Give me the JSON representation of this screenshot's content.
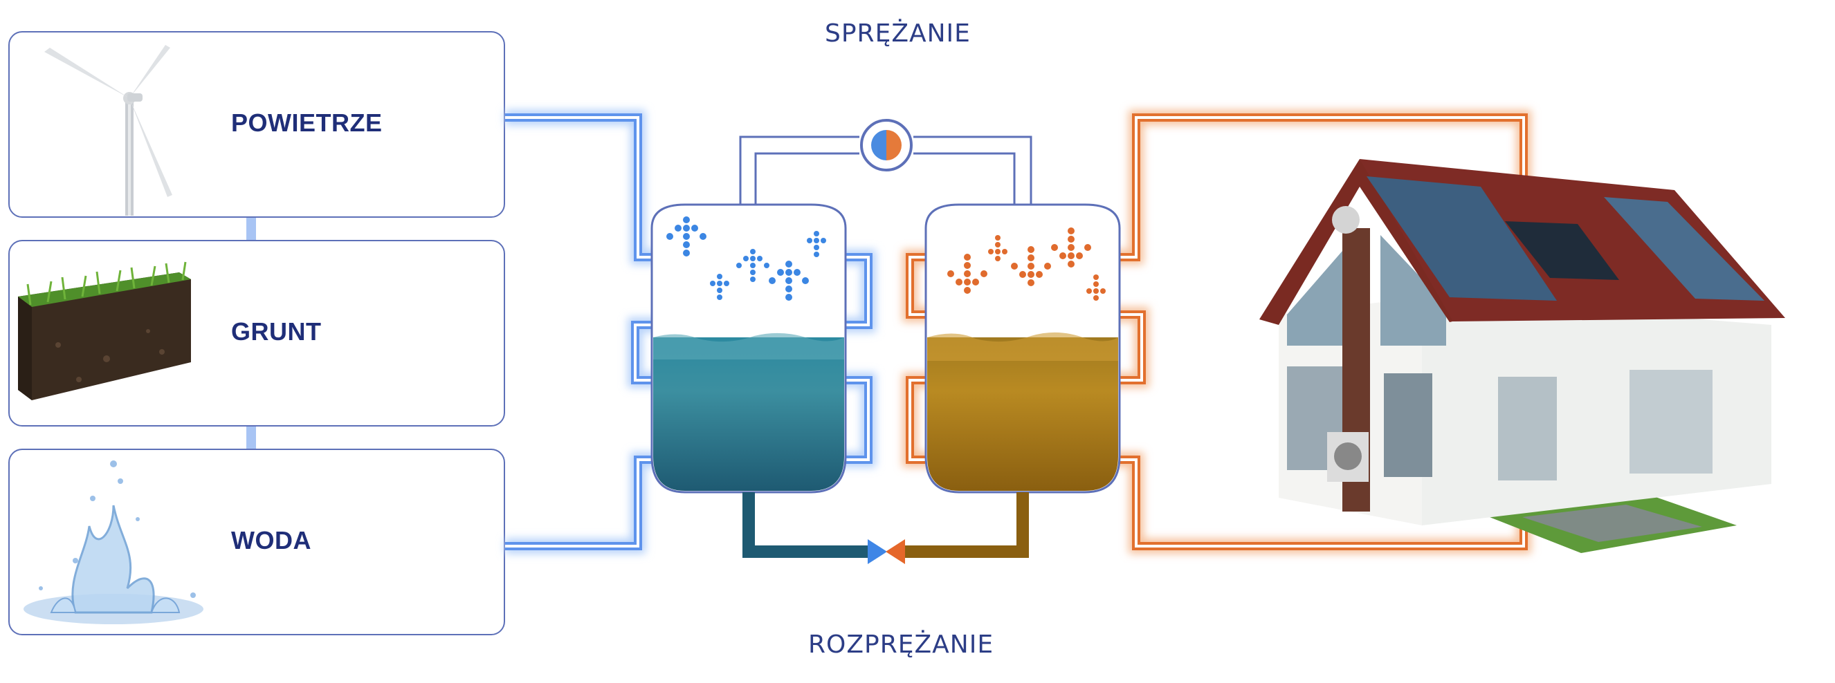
{
  "sources": [
    {
      "label": "POWIETRZE",
      "icon": "wind-turbine-icon"
    },
    {
      "label": "GRUNT",
      "icon": "soil-block-icon"
    },
    {
      "label": "WODA",
      "icon": "water-splash-icon"
    }
  ],
  "process": {
    "top_label": "SPRĘŻANIE",
    "bottom_label": "ROZPRĘŻANIE"
  },
  "colors": {
    "cold_pipe": "#6b9ef0",
    "warm_pipe": "#e6753a",
    "box_border": "#5d70b8",
    "label_text": "#1f2e78",
    "cold_liquid": "#2f7f94",
    "warm_liquid": "#b8861c"
  },
  "icons": [
    "compressor-icon",
    "expansion-valve-icon",
    "house-icon"
  ]
}
